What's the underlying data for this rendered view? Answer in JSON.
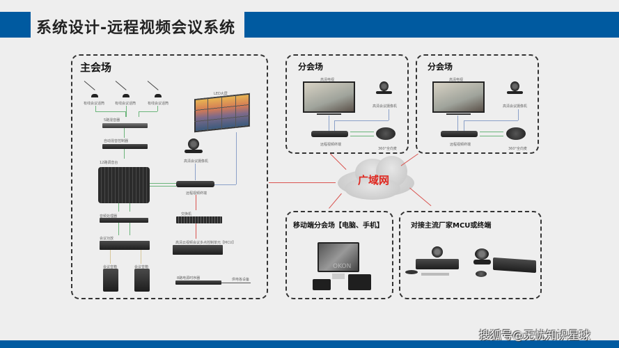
{
  "header": {
    "title": "系统设计-远程视频会议系统",
    "bar_color": "#005aa0"
  },
  "main_site": {
    "title": "主会场",
    "mics": [
      "有线会议话筒",
      "有线会议话筒",
      "有线会议话筒"
    ],
    "mic_router": "5路混音器",
    "auto_mixer": "自动混音控制器",
    "mixer": "12路调音台",
    "processor": "音频处理器",
    "amplifier": "会议功放",
    "speakers": [
      "会议音箱",
      "会议音箱"
    ],
    "led_wall": "LED大屏",
    "camera": "高清会议摄像机",
    "terminal": "远程视频终端",
    "switch": "交换机",
    "mcu": "高清云视频会议多点控制单元【MCU】",
    "power_sequencer": "8路电源时序器",
    "power_target": "供电各设备"
  },
  "branch_sites": [
    {
      "title": "分会场",
      "tv": "高清电视",
      "camera": "高清会议摄像机",
      "terminal": "远程视频终端",
      "speakerphone": "360°全向麦"
    },
    {
      "title": "分会场",
      "tv": "高清电视",
      "camera": "高清会议摄像机",
      "terminal": "远程视频终端",
      "speakerphone": "360°全向麦"
    }
  ],
  "wan": {
    "label": "广域网",
    "label_color": "#e0261e"
  },
  "mobile_site": {
    "title": "移动端分会场【电脑、手机】",
    "screen_brand": "OKON"
  },
  "third_party": {
    "title": "对接主流厂家MCU或终端"
  },
  "watermark": "搜狐号@无忧知识星球"
}
